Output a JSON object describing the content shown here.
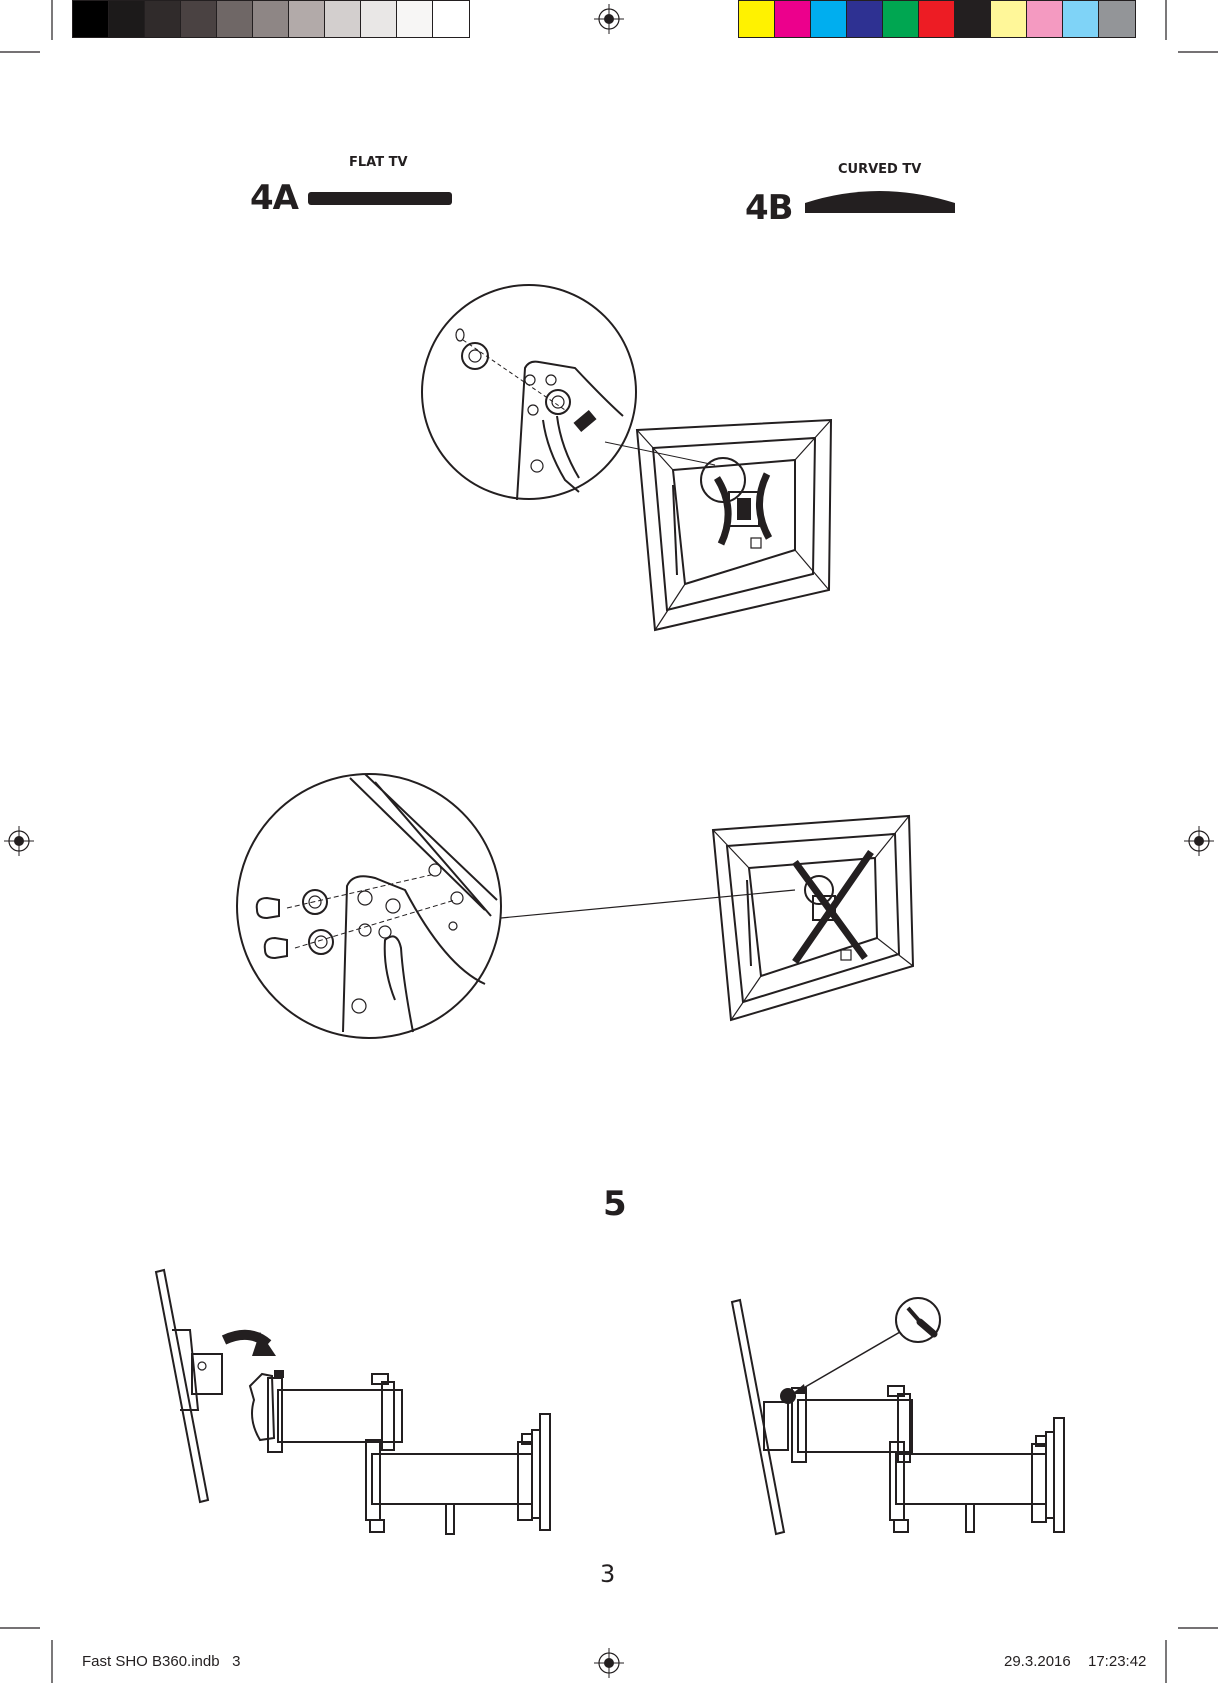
{
  "color_bar_left": [
    "#000000",
    "#1c1a1a",
    "#302b2b",
    "#4a4242",
    "#6f6766",
    "#8e8685",
    "#b2aaa9",
    "#d3cfce",
    "#e9e7e6",
    "#f7f6f5",
    "#ffffff"
  ],
  "color_bar_right": [
    "#fff200",
    "#ec008c",
    "#00aeef",
    "#2e3192",
    "#00a651",
    "#ed1c24",
    "#231f20",
    "#fff799",
    "#f49ac1",
    "#7fd3f7",
    "#939598"
  ],
  "step_4a": {
    "label": "4A",
    "tv_type": "FLAT TV"
  },
  "step_4b": {
    "label": "4B",
    "tv_type": "CURVED TV"
  },
  "step_5": {
    "label": "5"
  },
  "page_number": "3",
  "footer": {
    "file": "Fast SHO B360.indb   3",
    "date": "29.3.2016",
    "time": "17:23:42"
  }
}
